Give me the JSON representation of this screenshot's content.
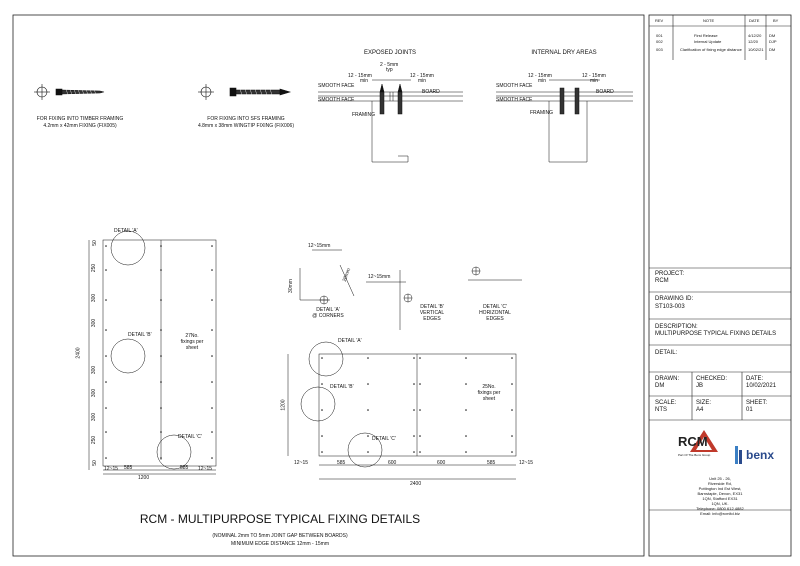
{
  "revision_table": {
    "headers": {
      "rev": "REV",
      "note": "NOTE",
      "date": "DATE",
      "by": "BY"
    },
    "rows": [
      {
        "rev": "001",
        "note": "First Release",
        "date": "4/12/20",
        "by": "DM"
      },
      {
        "rev": "002",
        "note": "Internal Update",
        "date": "12/20",
        "by": "DJP"
      },
      {
        "rev": "003",
        "note": "Clarification of fixing edge distance",
        "date": "10/02/21",
        "by": "DM"
      }
    ]
  },
  "title_block": {
    "project_label": "PROJECT:",
    "project": "RCM",
    "drawing_id_label": "DRAWING ID:",
    "drawing_id": "ST103-003",
    "description_label": "DESCRIPTION:",
    "description": "MULTIPURPOSE TYPICAL FIXING DETAILS",
    "detail_label": "DETAIL:",
    "detail": "",
    "drawn_label": "DRAWN:",
    "drawn": "DM",
    "checked_label": "CHECKED:",
    "checked": "JB",
    "date_label": "DATE:",
    "date": "10/02/2021",
    "scale_label": "SCALE:",
    "scale": "NTS",
    "size_label": "SIZE:",
    "size": "A4",
    "sheet_label": "SHEET:",
    "sheet": "01",
    "logo_rcm": "RCM",
    "logo_rcm_tagline": "Part Of The Benx Group",
    "logo_benx": "benx",
    "address": [
      "Unit 25 - 26,",
      "Riverside Rd,",
      "Pottington Ind Est West,",
      "Barnstaple, Devon, EX31",
      "1QN, Stafford EX31",
      "1QN, UK.",
      "Telephone: 0800 612 4882",
      "Email: info@rcmltd.biz"
    ]
  },
  "drawing": {
    "main_title": "RCM - MULTIPURPOSE TYPICAL FIXING DETAILS",
    "sub_note_1": "(NOMINAL 2mm TO 5mm JOINT GAP BETWEEN BOARDS)",
    "sub_note_2": "MINIMUM EDGE DISTANCE 12mm - 15mm",
    "timber_caption_1": "FOR FIXING INTO TIMBER FRAMING",
    "timber_caption_2": "4.2mm x 42mm FIXING (FIX005)",
    "sfs_caption_1": "FOR FIXING INTO SFS FRAMING",
    "sfs_caption_2": "4.8mm x 38mm WINGTIP FIXING (FIX006)",
    "exposed_joints": "EXPOSED JOINTS",
    "internal_dry_areas": "INTERNAL DRY AREAS",
    "gap_label": "2 - 5mm",
    "gap_label_2": "typ",
    "edge_label": "12 - 15mm",
    "edge_label_min": "min",
    "smooth_face": "SMOOTH FACE",
    "board": "BOARD",
    "framing": "FRAMING",
    "detail_a": "DETAIL 'A'",
    "detail_b": "DETAIL 'B'",
    "detail_c": "DETAIL 'C'",
    "detail_a_note_1": "DETAIL 'A'",
    "detail_a_note_2": "@ CORNERS",
    "detail_b_note_1": "DETAIL 'B'",
    "detail_b_note_2": "VERTICAL",
    "detail_b_note_3": "EDGES",
    "detail_c_note_1": "DETAIL 'C'",
    "detail_c_note_2": "HORIZONTAL",
    "detail_c_note_3": "EDGES",
    "edge_12_15": "12~15mm",
    "dim_30": "30mm",
    "dim_20": "20mm",
    "portrait_fixings": [
      "27No.",
      "fixings per",
      "sheet"
    ],
    "landscape_fixings": [
      "25No.",
      "fixings per",
      "sheet"
    ],
    "dim_2400": "2400",
    "dim_1200": "1200",
    "dim_585": "585",
    "dim_600": "600",
    "dim_50": "50",
    "dim_250": "250",
    "dim_300": "300",
    "dim_12_15": "12~15"
  }
}
